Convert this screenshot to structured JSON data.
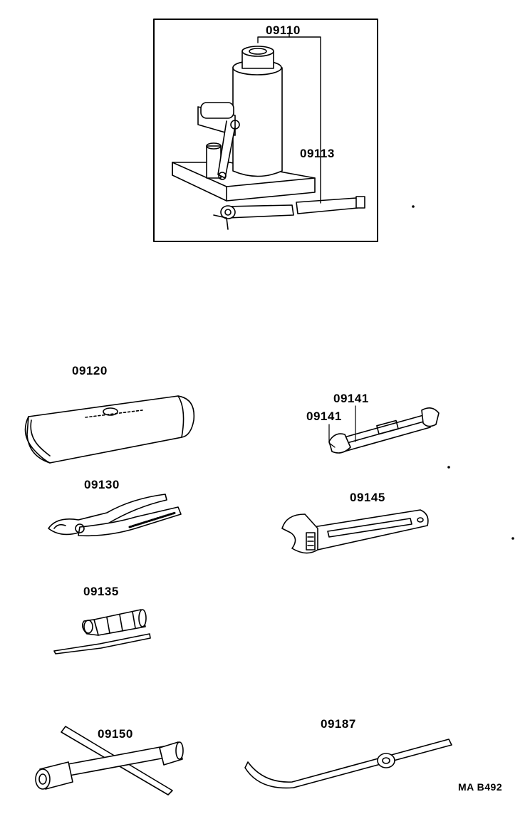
{
  "parts": {
    "jack": "09110",
    "jack_handle": "09113",
    "tool_bag": "09120",
    "pliers": "09130",
    "screwdriver": "09135",
    "spanner_upper": "09141",
    "spanner_lower": "09141",
    "adjustable_wrench": "09145",
    "lug_wrench": "09150",
    "hook_wrench": "09187"
  },
  "drawing_code": "MA B492",
  "colors": {
    "line": "#000000",
    "background": "#ffffff"
  }
}
